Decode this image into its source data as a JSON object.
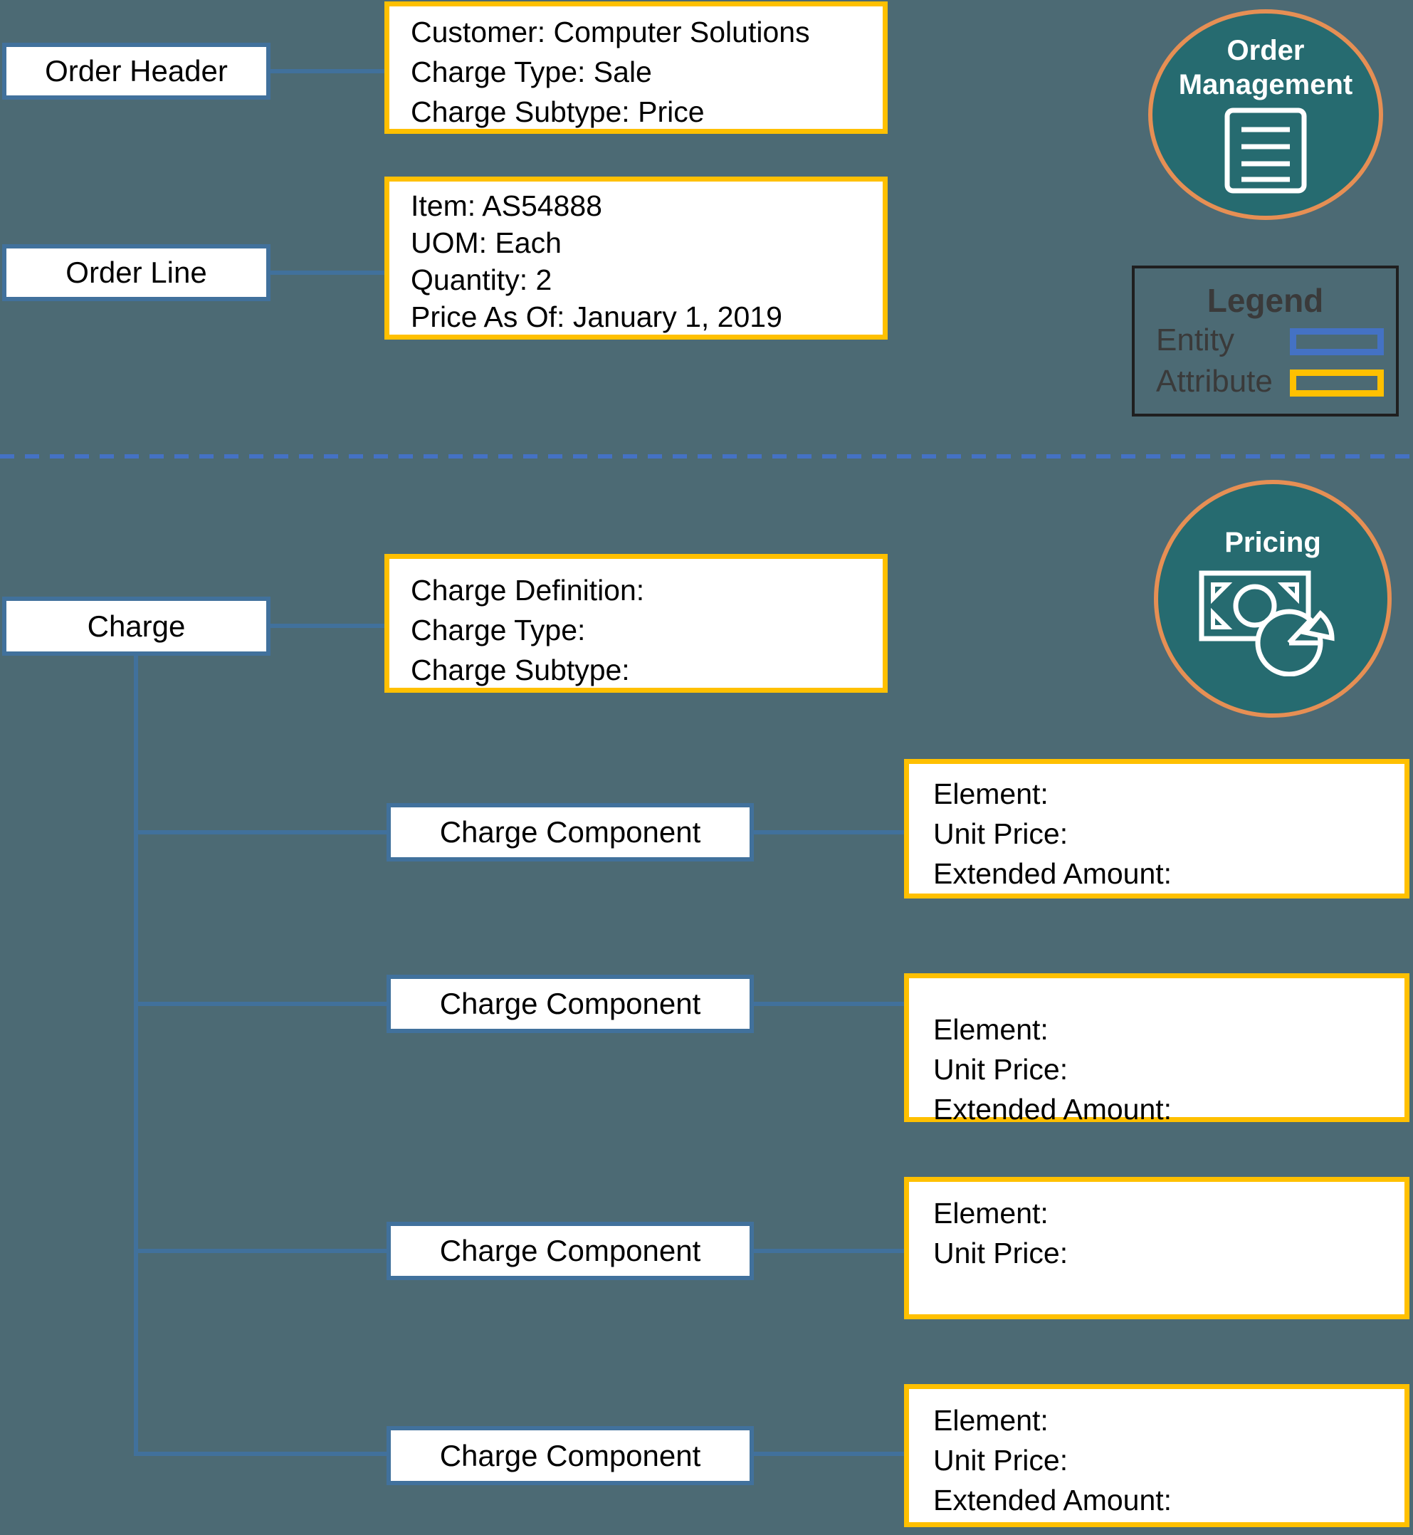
{
  "colors": {
    "background_teal": "#4c6a74",
    "entity_border_blue": "#41719c",
    "attribute_border_gold": "#ffc000",
    "connector_blue": "#41719c",
    "divider_dash_blue": "#4472c4",
    "legend_entity_blue": "#4472c4",
    "badge_fill_teal": "#266b70",
    "badge_ring_orange": "#e68f54",
    "text_black": "#000000",
    "legend_text_gray": "#3a3a3a"
  },
  "order_management": {
    "badge_line1": "Order",
    "badge_line2": "Management",
    "order_header": {
      "label": "Order Header",
      "attr_line1": "Customer: Computer Solutions",
      "attr_line2": "Charge Type: Sale",
      "attr_line3": "Charge Subtype: Price"
    },
    "order_line": {
      "label": "Order Line",
      "attr_line1": "Item: AS54888",
      "attr_line2": "UOM: Each",
      "attr_line3": "Quantity: 2",
      "attr_line4": "Price As Of: January 1, 2019"
    }
  },
  "legend": {
    "title": "Legend",
    "entity_label": "Entity",
    "attribute_label": "Attribute"
  },
  "pricing": {
    "badge_label": "Pricing",
    "charge": {
      "label": "Charge",
      "attr_line1": "Charge Definition:",
      "attr_line2": "Charge Type:",
      "attr_line3": "Charge Subtype:"
    },
    "components": [
      {
        "label": "Charge Component",
        "attr_line1": "Element:",
        "attr_line2": "Unit Price:",
        "attr_line3": "Extended Amount:"
      },
      {
        "label": "Charge Component",
        "attr_line1": "Element:",
        "attr_line2": "Unit Price:",
        "attr_line3": "Extended Amount:"
      },
      {
        "label": "Charge Component",
        "attr_line1": "Element:",
        "attr_line2": "Unit Price:",
        "attr_line3": ""
      },
      {
        "label": "Charge Component",
        "attr_line1": "Element:",
        "attr_line2": "Unit Price:",
        "attr_line3": "Extended Amount:"
      }
    ]
  }
}
